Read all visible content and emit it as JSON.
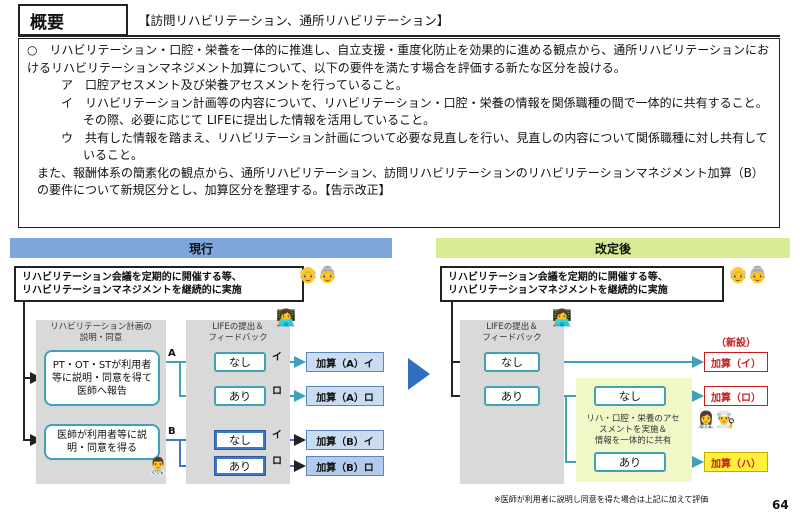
{
  "header": {
    "title": "概要",
    "subtitle": "【訪問リハビリテーション、通所リハビリテーション】"
  },
  "summary": {
    "lead": "○　リハビリテーション・口腔・栄養を一体的に推進し、自立支援・重度化防止を効果的に進める観点から、通所リハビリテーションにおけるリハビリテーションマネジメント加算について、以下の要件を満たす場合を評価する新たな区分を設ける。",
    "items": [
      "ア　口腔アセスメント及び栄養アセスメントを行っていること。",
      "イ　リハビリテーション計画等の内容について、リハビリテーション・口腔・栄養の情報を関係職種の間で一体的に共有すること。その際、必要に応じて LIFEに提出した情報を活用していること。",
      "ウ　共有した情報を踏まえ、リハビリテーション計画について必要な見直しを行い、見直しの内容について関係職種に対し共有していること。"
    ],
    "closing": "また、報酬体系の簡素化の観点から、通所リハビリテーション、訪問リハビリテーションのリハビリテーションマネジメント加算（B）の要件について新規区分とし、加算区分を整理する。【告示改正】"
  },
  "current": {
    "header": "現行",
    "lead_line1": "リハビリテーション会議を定期的に開催する等、",
    "lead_line2": "リハビリテーションマネジメントを継続的に実施",
    "plan_label_line1": "リハビリテーション計画の",
    "plan_label_line2": "説明・同意",
    "life_label_line1": "LIFEの提出＆",
    "life_label_line2": "フィードバック",
    "option_a": "PT・OT・STが利用者等に説明・同意を得て医師へ報告",
    "option_b": "医師が利用者等に説明・同意を得る",
    "letter_a": "A",
    "letter_b": "B",
    "nashi": "なし",
    "ari": "あり",
    "mark_i": "イ",
    "mark_ro": "ロ",
    "kasan_a_i": "加算（A）イ",
    "kasan_a_ro": "加算（A）ロ",
    "kasan_b_i": "加算（B）イ",
    "kasan_b_ro": "加算（B）ロ"
  },
  "revised": {
    "header": "改定後",
    "lead_line1": "リハビリテーション会議を定期的に開催する等、",
    "lead_line2": "リハビリテーションマネジメントを継続的に実施",
    "life_label_line1": "LIFEの提出＆",
    "life_label_line2": "フィードバック",
    "new_label": "（新設）",
    "nashi": "なし",
    "ari": "あり",
    "sub_nashi": "なし",
    "sub_ari": "あり",
    "share_text_line1": "リハ・口腔・栄養のアセ",
    "share_text_line2": "スメントを実施＆",
    "share_text_line3": "情報を一体的に共有",
    "kasan_i": "加算（イ）",
    "kasan_ro": "加算（ロ）",
    "kasan_ha": "加算（ハ）"
  },
  "footer": {
    "note": "※医師が利用者に説明し同意を得た場合は上記に加えて評価",
    "page_number": "64"
  },
  "colors": {
    "current_header": "#7ea6dc",
    "revised_header": "#d6eb93",
    "accent_red": "#c81e1e",
    "dark_blue": "#3c79c7",
    "teal": "#3fa2b8",
    "yellow": "#fff03a"
  }
}
